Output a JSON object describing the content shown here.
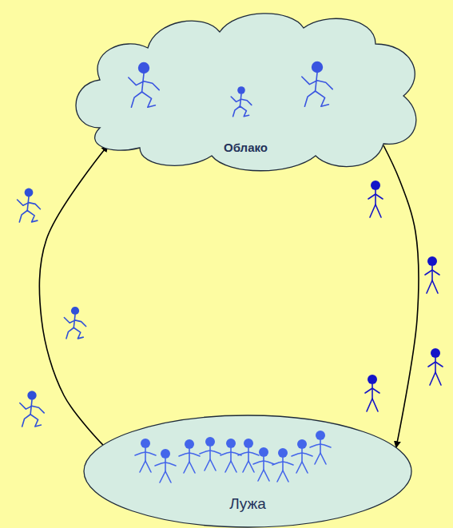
{
  "diagram": {
    "nodes": [
      {
        "text": [
          "Облако"
        ]
      },
      {
        "text": [
          "Лужа"
        ]
      }
    ],
    "edges": [
      {
        "from": 0,
        "to": 1,
        "arrow": "to"
      },
      {
        "from": 1,
        "to": 0,
        "arrow": "to"
      }
    ]
  }
}
